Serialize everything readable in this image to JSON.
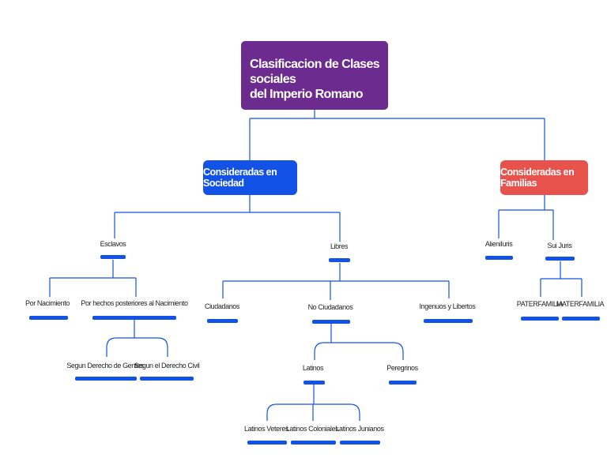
{
  "root": {
    "line1": "Clasificacion de Clases sociales",
    "line2": "del Imperio Romano",
    "color": "#6b2b8f"
  },
  "branches": {
    "sociedad": {
      "label": "Consideradas en Sociedad",
      "color": "#1352e6"
    },
    "familias": {
      "label": "Consideradas en Familias",
      "color": "#e8524d"
    }
  },
  "nodes": {
    "esclavos": "Esclavos",
    "libres": "Libres",
    "por_nacimiento": "Por Nacimiento",
    "por_hechos": "Por hechos posteriores al Nacimiento",
    "derecho_gentes": "Segun Derecho de Gentes",
    "derecho_civil": "Segun el Derecho Civil",
    "ciudadanos": "Ciudadanos",
    "no_ciudadanos": "No Ciudadanos",
    "ingenuos": "Ingenuos y Libertos",
    "latinos": "Latinos",
    "peregrinos": "Peregrinos",
    "latinos_veteres": "Latinos Veteres",
    "latinos_coloniales": "Latinos Coloniales",
    "latinos_junianos": "Latinos Junianos",
    "alieniiuris": "AlieniIuris",
    "sui_juris": "Sui Juris",
    "paterfamilia": "PATERFAMILIA",
    "materfamilia": "MATERFAMILIA"
  },
  "colors": {
    "connector": "#1352e6",
    "leaf_bar": "#1352e6"
  }
}
